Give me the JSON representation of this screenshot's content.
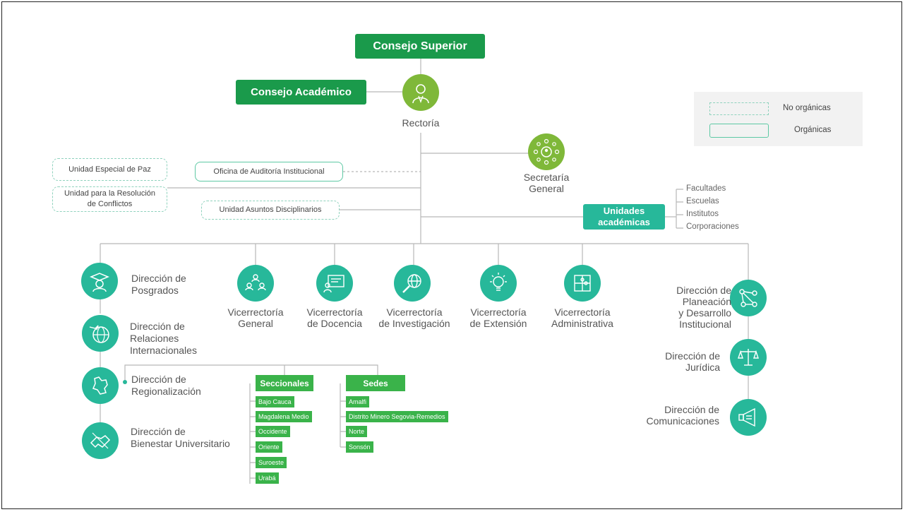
{
  "top": {
    "consejo_superior": "Consejo Superior",
    "consejo_academico": "Consejo Académico",
    "rectoria": "Rectoría",
    "secretaria_line1": "Secretaría",
    "secretaria_line2": "General"
  },
  "legend": {
    "no_organicas": "No orgánicas",
    "organicas": "Orgánicas"
  },
  "staff": {
    "unidad_paz": "Unidad Especial de Paz",
    "resolucion_line1": "Unidad para la Resolución",
    "resolucion_line2": "de Conflictos",
    "auditoria": "Oficina de Auditoría Institucional",
    "disciplinarios": "Unidad Asuntos Disciplinarios"
  },
  "unidades": {
    "line1": "Unidades",
    "line2": "académicas",
    "items": [
      "Facultades",
      "Escuelas",
      "Institutos",
      "Corporaciones"
    ]
  },
  "left_col": {
    "posgrados": [
      "Dirección de",
      "Posgrados"
    ],
    "relaciones": [
      "Dirección de",
      "Relaciones",
      "Internacionales"
    ],
    "regionalizacion": [
      "Dirección de",
      "Regionalización"
    ],
    "bienestar": [
      "Dirección de",
      "Bienestar Universitario"
    ]
  },
  "vicerrectorias": [
    {
      "line1": "Vicerrectoría",
      "line2": "General"
    },
    {
      "line1": "Vicerrectoría",
      "line2": "de Docencia"
    },
    {
      "line1": "Vicerrectoría",
      "line2": "de Investigación"
    },
    {
      "line1": "Vicerrectoría",
      "line2": "de Extensión"
    },
    {
      "line1": "Vicerrectoría",
      "line2": "Administrativa"
    }
  ],
  "right_col": {
    "planeacion": [
      "Dirección de",
      "Planeación",
      "y Desarrollo",
      "Institucional"
    ],
    "juridica": [
      "Dirección de",
      "Jurídica"
    ],
    "comunicaciones": [
      "Dirección de",
      "Comunicaciones"
    ]
  },
  "seccionales": {
    "title": "Seccionales",
    "items": [
      "Bajo Cauca",
      "Magdalena Medio",
      "Occidente",
      "Oriente",
      "Suroeste",
      "Urabá"
    ]
  },
  "sedes": {
    "title": "Sedes",
    "items": [
      "Amalfi",
      "Distrito Minero Segovia-Remedios",
      "Norte",
      "Sonsón"
    ]
  },
  "colors": {
    "dark_green": "#1a9a4b",
    "teal": "#27b89a",
    "olive": "#7fb839",
    "chip_green": "#3ab34a",
    "line": "#b8b8b8"
  }
}
